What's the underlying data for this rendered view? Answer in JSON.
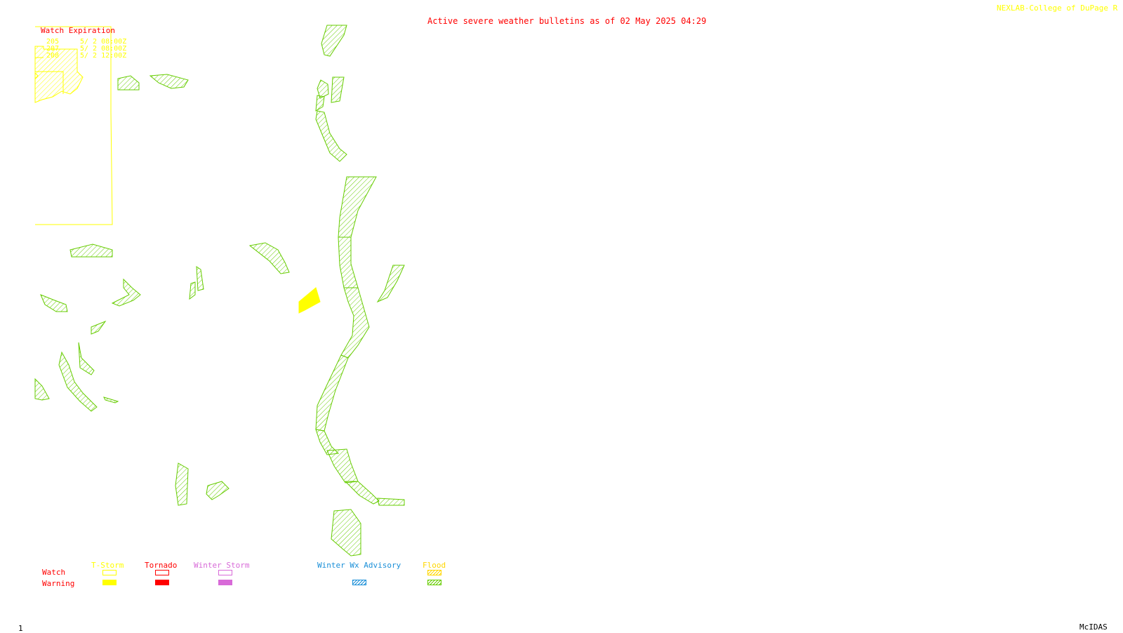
{
  "header": {
    "title": "Active severe weather bulletins as of 02 May 2025 04:29",
    "credit": "NEXLAB-College of DuPage R"
  },
  "watch_expiration": {
    "title": "Watch Expiration",
    "rows": [
      {
        "id": "205",
        "time": "5/ 2 08:00Z"
      },
      {
        "id": "207",
        "time": "5/ 2 08:00Z"
      },
      {
        "id": "208",
        "time": "5/ 2 12:00Z"
      }
    ]
  },
  "legend": {
    "row_watch": "Watch",
    "row_warning": "Warning",
    "columns": [
      {
        "label": "T-Storm",
        "color": "#ffff00"
      },
      {
        "label": "Tornado",
        "color": "#ff0000"
      },
      {
        "label": "Winter Storm",
        "color": "#d86ad8"
      },
      {
        "label": "Winter Wx Advisory",
        "color": "#1a8fd8"
      },
      {
        "label": "Flood",
        "color": "#ffd700"
      }
    ]
  },
  "footer": {
    "frame_number": "1",
    "software": "McIDAS"
  },
  "colors": {
    "title": "#ff0000",
    "credit": "#ffff00",
    "watch_box": "#ffff00",
    "flood_warning": "#66cc00",
    "tstorm_warning": "#ffff00"
  }
}
